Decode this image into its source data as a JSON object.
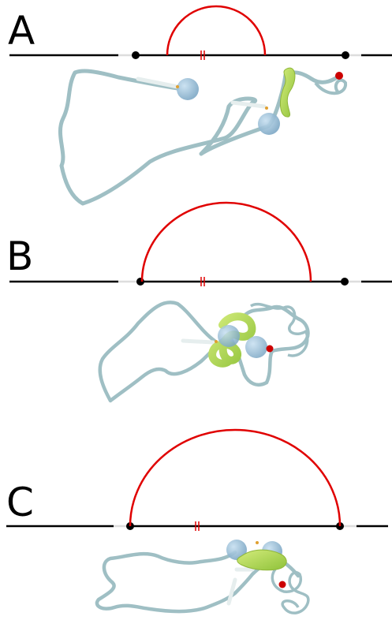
{
  "panels": [
    {
      "label": "A",
      "arc_span": "short"
    },
    {
      "label": "B",
      "arc_span": "medium"
    },
    {
      "label": "C",
      "arc_span": "long"
    }
  ],
  "colors": {
    "line": "#000000",
    "arc": "#e00000",
    "chain": "#9fbfc4",
    "chain_light": "#e6eeee",
    "sphere": "#8fbbd6",
    "loop": "#a8d14a",
    "marker": "#cc0000",
    "tick": "#e0a030"
  }
}
